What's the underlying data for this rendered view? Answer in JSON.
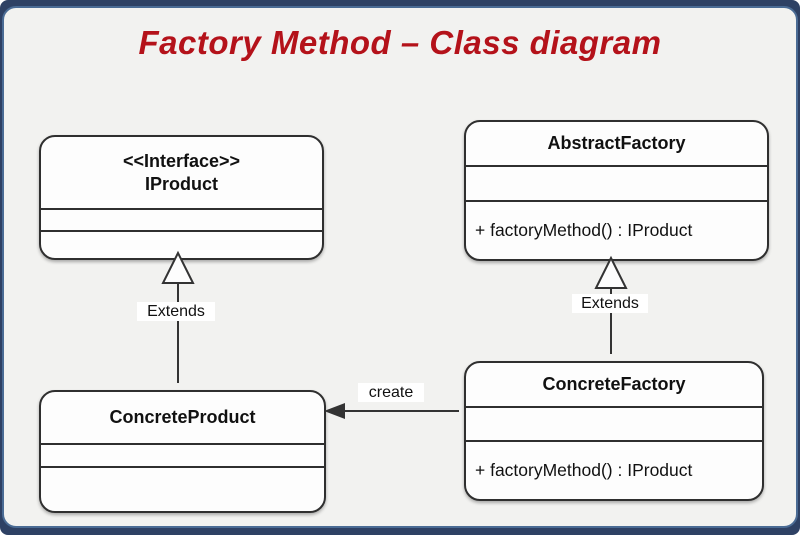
{
  "title": "Factory Method – Class diagram",
  "colors": {
    "title_text": "#b4121a",
    "frame_outer": "#2e4164",
    "frame_border": "#4a6b94",
    "canvas_bg": "#f2f2f0",
    "box_fill": "#fdfdfd",
    "box_border": "#2f2f2f",
    "connector": "#333333"
  },
  "classes": {
    "iproduct": {
      "stereotype": "<<Interface>>",
      "name": "IProduct"
    },
    "abstract_factory": {
      "name": "AbstractFactory",
      "method": "+ factoryMethod() : IProduct"
    },
    "concrete_product": {
      "name": "ConcreteProduct"
    },
    "concrete_factory": {
      "name": "ConcreteFactory",
      "method": "+ factoryMethod() : IProduct"
    }
  },
  "relationships": {
    "extends_left": {
      "label": "Extends"
    },
    "extends_right": {
      "label": "Extends"
    },
    "create": {
      "label": "create"
    }
  }
}
